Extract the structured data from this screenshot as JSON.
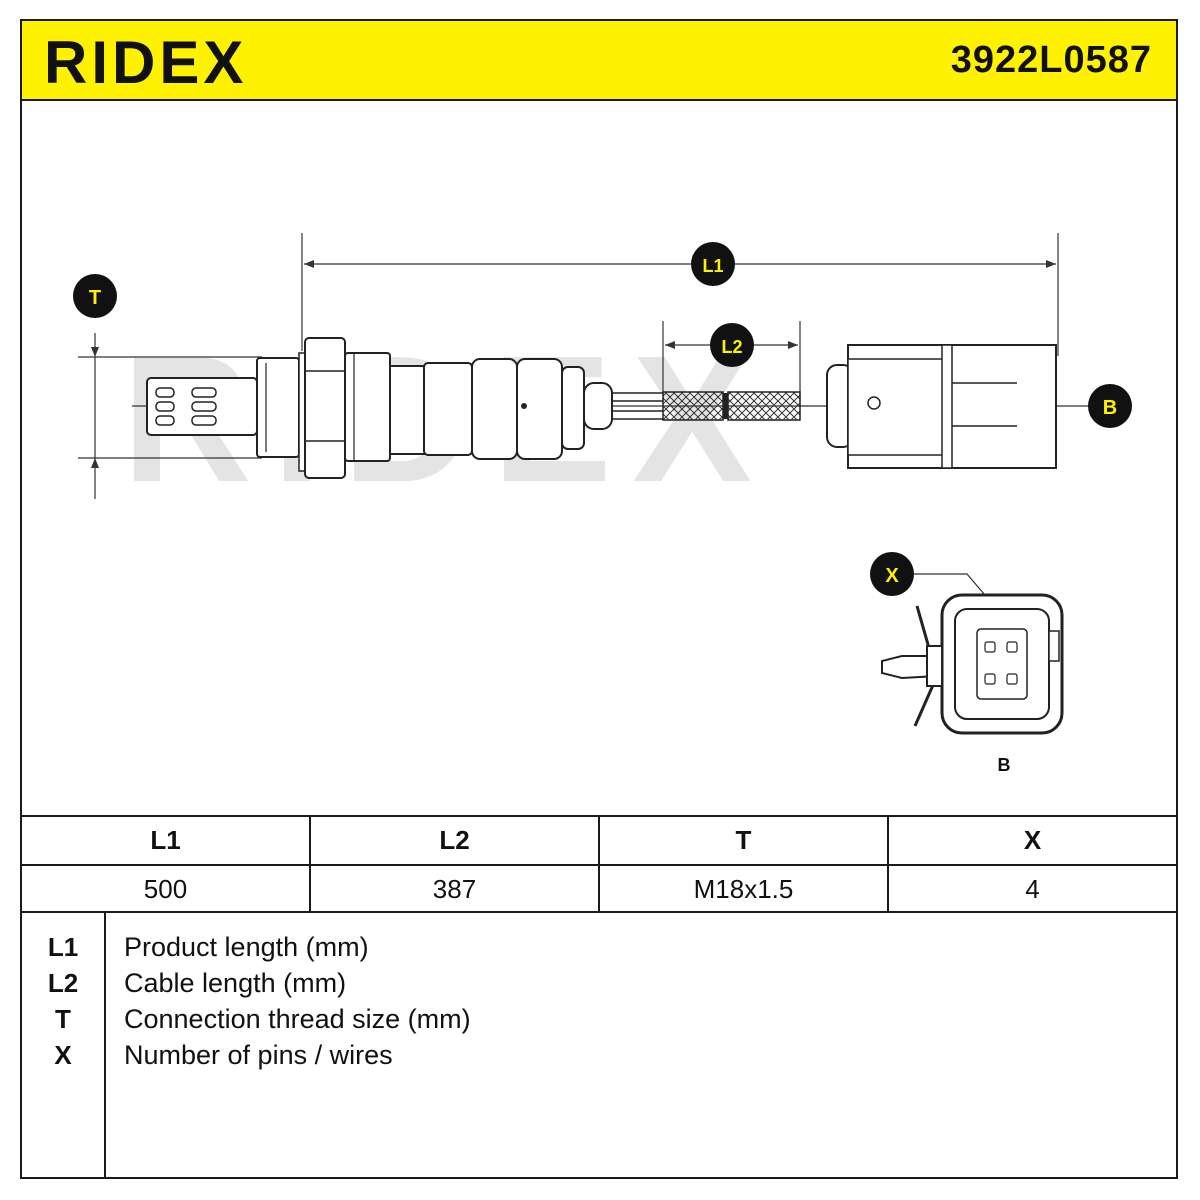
{
  "header": {
    "brand": "RIDEX",
    "part_number": "3922L0587",
    "brand_color": "#111111",
    "header_color": "#FFF200"
  },
  "drawing": {
    "watermark": "RIDEX",
    "callouts": {
      "t": "T",
      "l1": "L1",
      "l2": "L2",
      "b": "B",
      "x": "X"
    },
    "connector_view_label": "B"
  },
  "spec_table": {
    "headers": [
      "L1",
      "L2",
      "T",
      "X"
    ],
    "values": [
      "500",
      "387",
      "M18x1.5",
      "4"
    ]
  },
  "legend": [
    {
      "key": "L1",
      "text": "Product length (mm)"
    },
    {
      "key": "L2",
      "text": "Cable length (mm)"
    },
    {
      "key": "T",
      "text": "Connection thread size (mm)"
    },
    {
      "key": "X",
      "text": "Number of pins / wires"
    }
  ]
}
